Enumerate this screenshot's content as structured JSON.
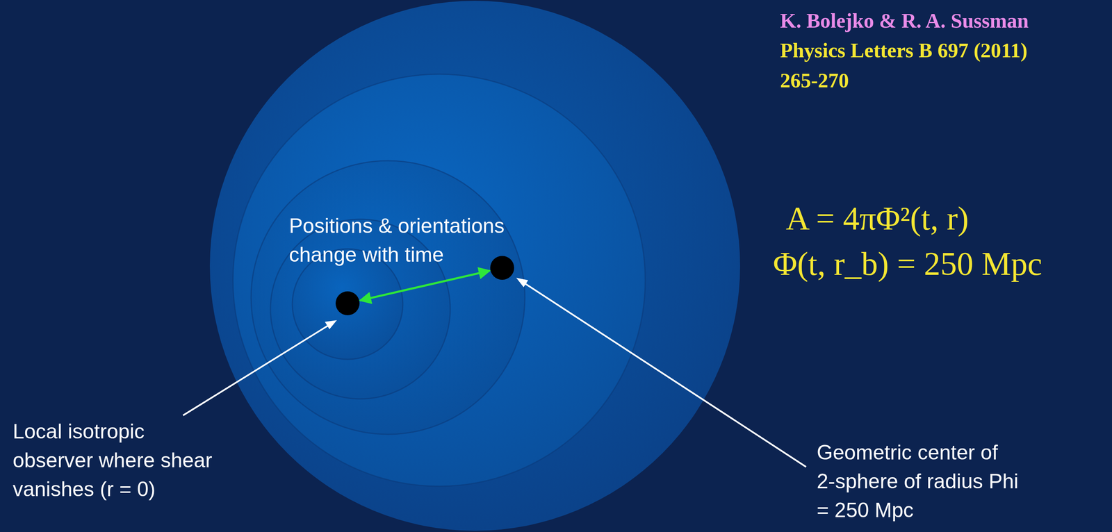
{
  "diagram": {
    "nodes": [
      {
        "text": [
          "Local isotropic observer where shear vanishes (r = 0)"
        ]
      },
      {
        "text": [
          "Geometric center of 2-sphere of radius Phi = 250 Mpc"
        ]
      }
    ],
    "edges": [
      {
        "from": 0,
        "to": 1,
        "arrow": "both",
        "label": "Positions & orientations change with time"
      }
    ],
    "labels": [
      "K. Bolejko & R. A. Sussman",
      "Physics Letters B 697 (2011) 265-270",
      "A = 4πΦ²(t, r)",
      "Φ(t, r_b) = 250 Mpc"
    ]
  }
}
